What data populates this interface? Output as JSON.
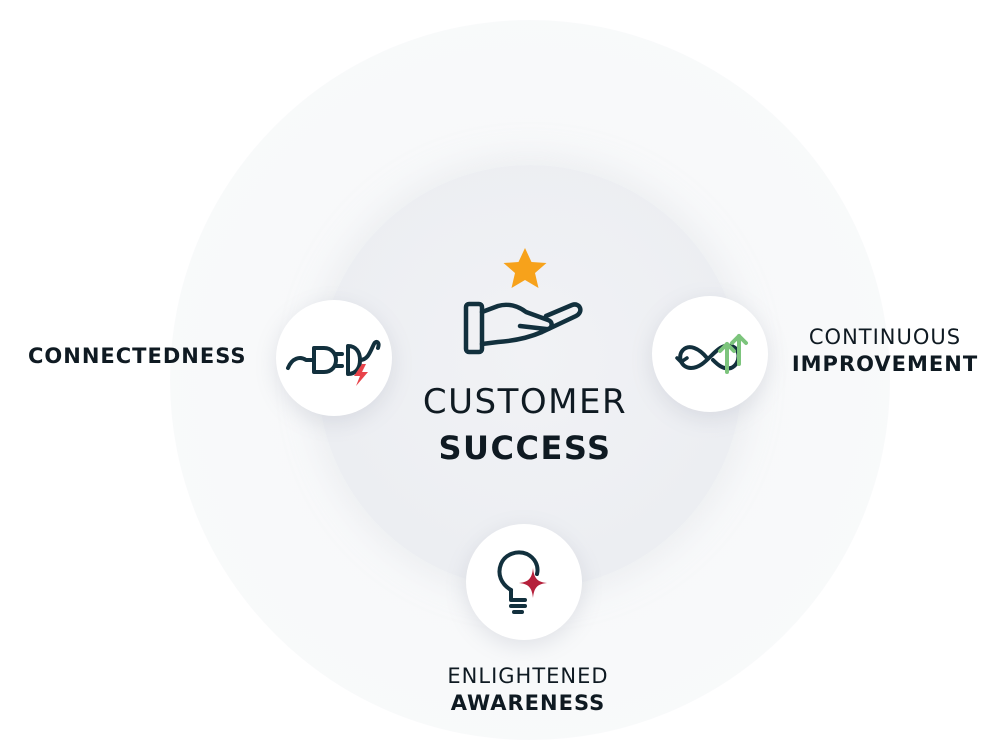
{
  "center": {
    "title_light": "CUSTOMER",
    "title_bold": "SUCCESS",
    "icon": "hand-star-icon"
  },
  "nodes": [
    {
      "id": "connectedness",
      "title_light": "",
      "title_bold": "CONNECTEDNESS",
      "icon": "plug-icon"
    },
    {
      "id": "continuous-improvement",
      "title_light": "CONTINUOUS",
      "title_bold": "IMPROVEMENT",
      "icon": "infinity-arrows-icon"
    },
    {
      "id": "enlightened-awareness",
      "title_light": "ENLIGHTENED",
      "title_bold": "AWARENESS",
      "icon": "lightbulb-sparkle-icon"
    }
  ],
  "colors": {
    "text": "#0f1a22",
    "icon_stroke": "#12303d",
    "star": "#f7a21b",
    "plug_bolt": "#e8434a",
    "arrows": "#7cc47c",
    "sparkle": "#b5203b"
  }
}
